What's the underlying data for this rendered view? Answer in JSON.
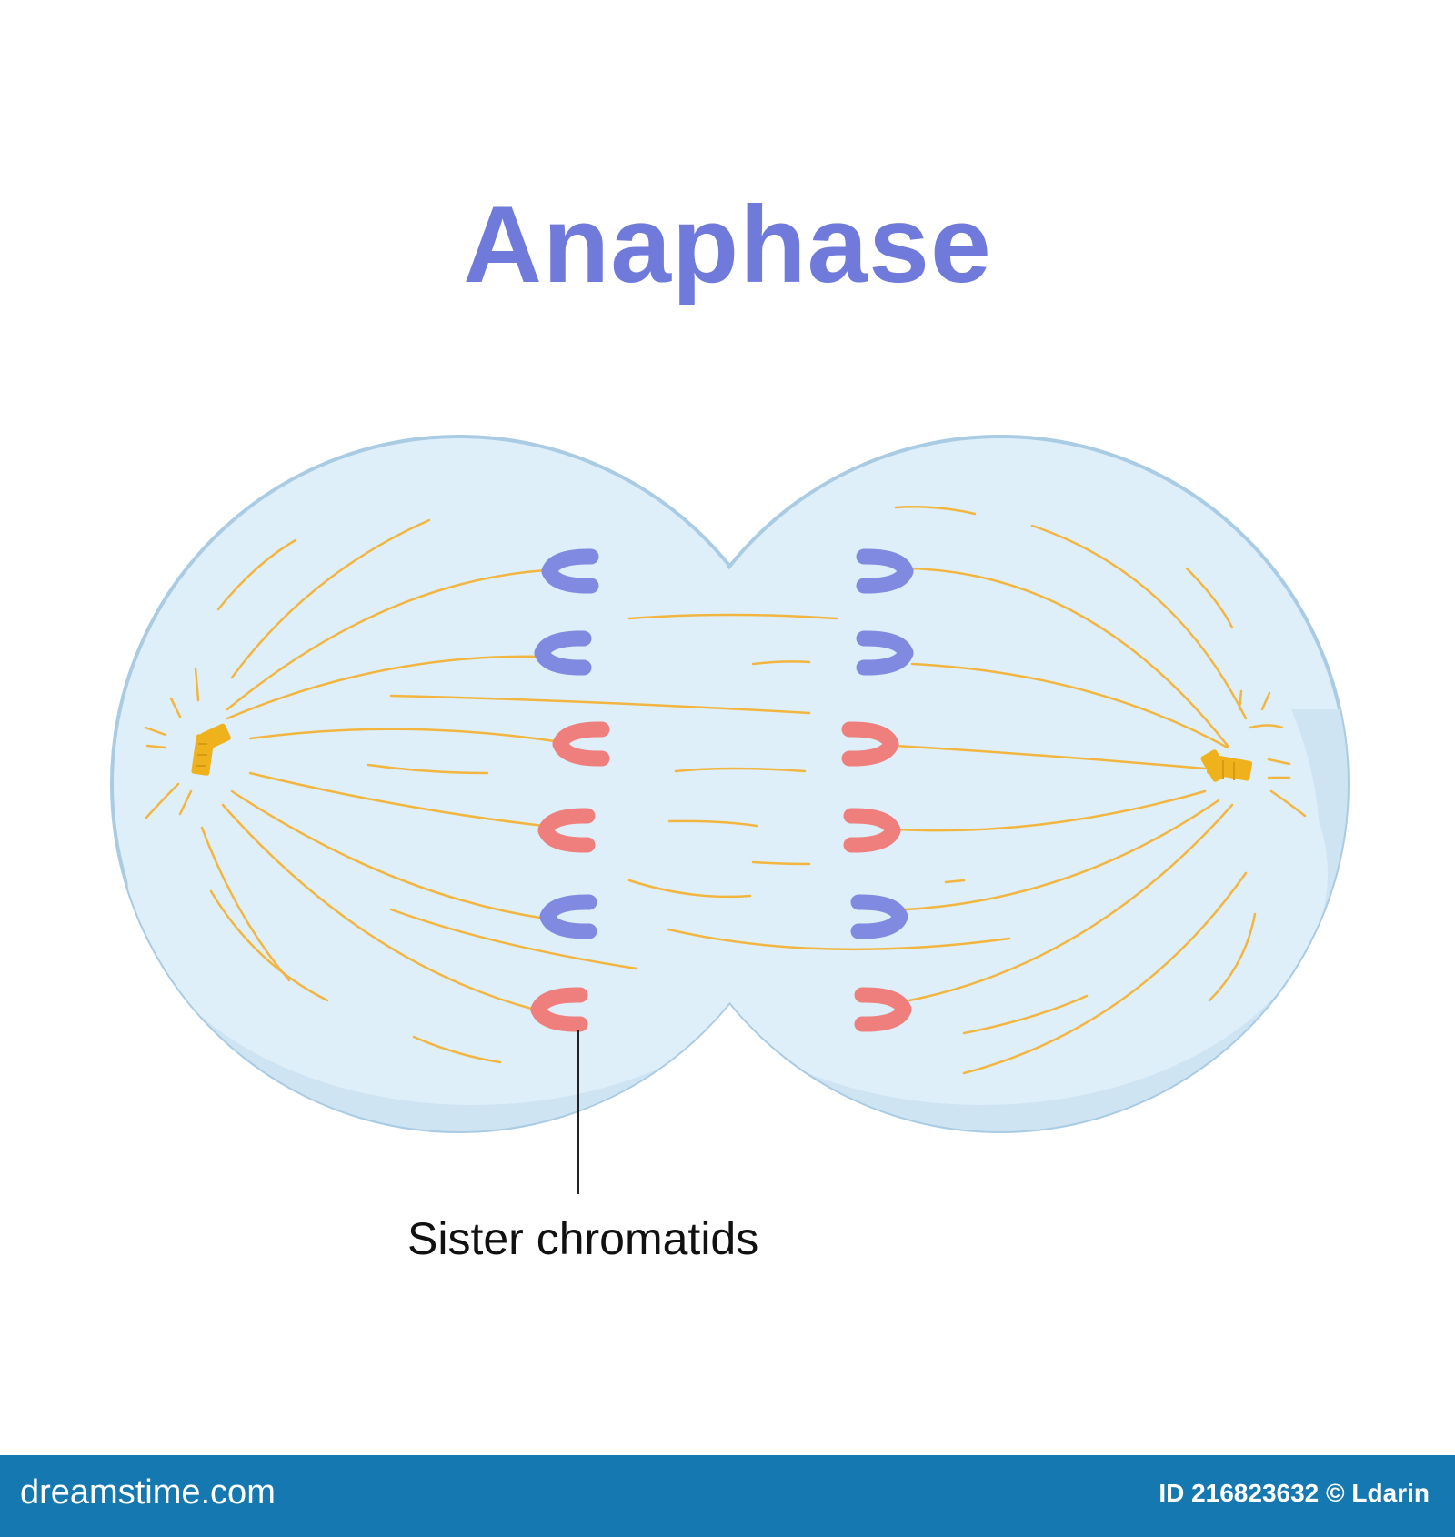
{
  "diagram": {
    "title": "Anaphase",
    "label": "Sister chromatids",
    "colors": {
      "title": "#6f7adb",
      "cell_fill": "#deeffa",
      "cell_shade": "#cfe4f3",
      "cell_stroke": "#a9cbe3",
      "spindle": "#f2b640",
      "centrosome": "#f0b21c",
      "chromatid_blue": "#7f8ae0",
      "chromatid_red": "#ef7f7c"
    },
    "chromatids": {
      "left": [
        "blue",
        "blue",
        "red",
        "red",
        "blue",
        "red"
      ],
      "right": [
        "blue",
        "blue",
        "red",
        "red",
        "blue",
        "red"
      ]
    }
  },
  "footer": {
    "brand": "dreamstime.com",
    "credit": "ID 216823632 © Ldarin"
  }
}
